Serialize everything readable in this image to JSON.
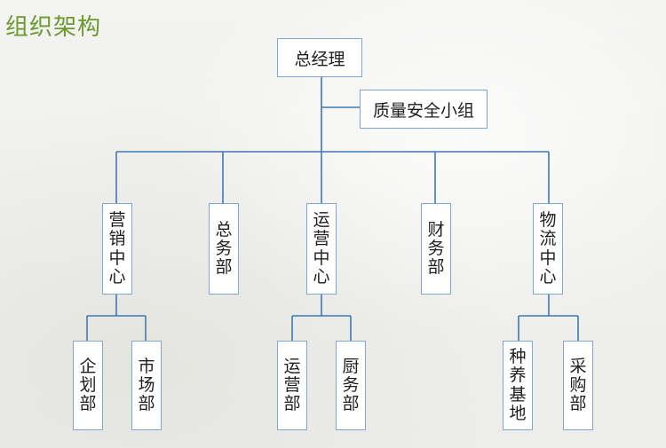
{
  "page": {
    "title": "组织架构"
  },
  "chart": {
    "root": "总经理",
    "side": "质量安全小组",
    "departments": [
      {
        "name": "营销中心",
        "children": [
          "企划部",
          "市场部"
        ]
      },
      {
        "name": "总务部",
        "children": []
      },
      {
        "name": "运营中心",
        "children": [
          "运营部",
          "厨务部"
        ]
      },
      {
        "name": "财务部",
        "children": []
      },
      {
        "name": "物流中心",
        "children": [
          "种养基地",
          "采购部"
        ]
      }
    ]
  },
  "colors": {
    "line": "#3f78b5",
    "box_border": "#7fa6d0",
    "title": "#6b9a2e"
  }
}
